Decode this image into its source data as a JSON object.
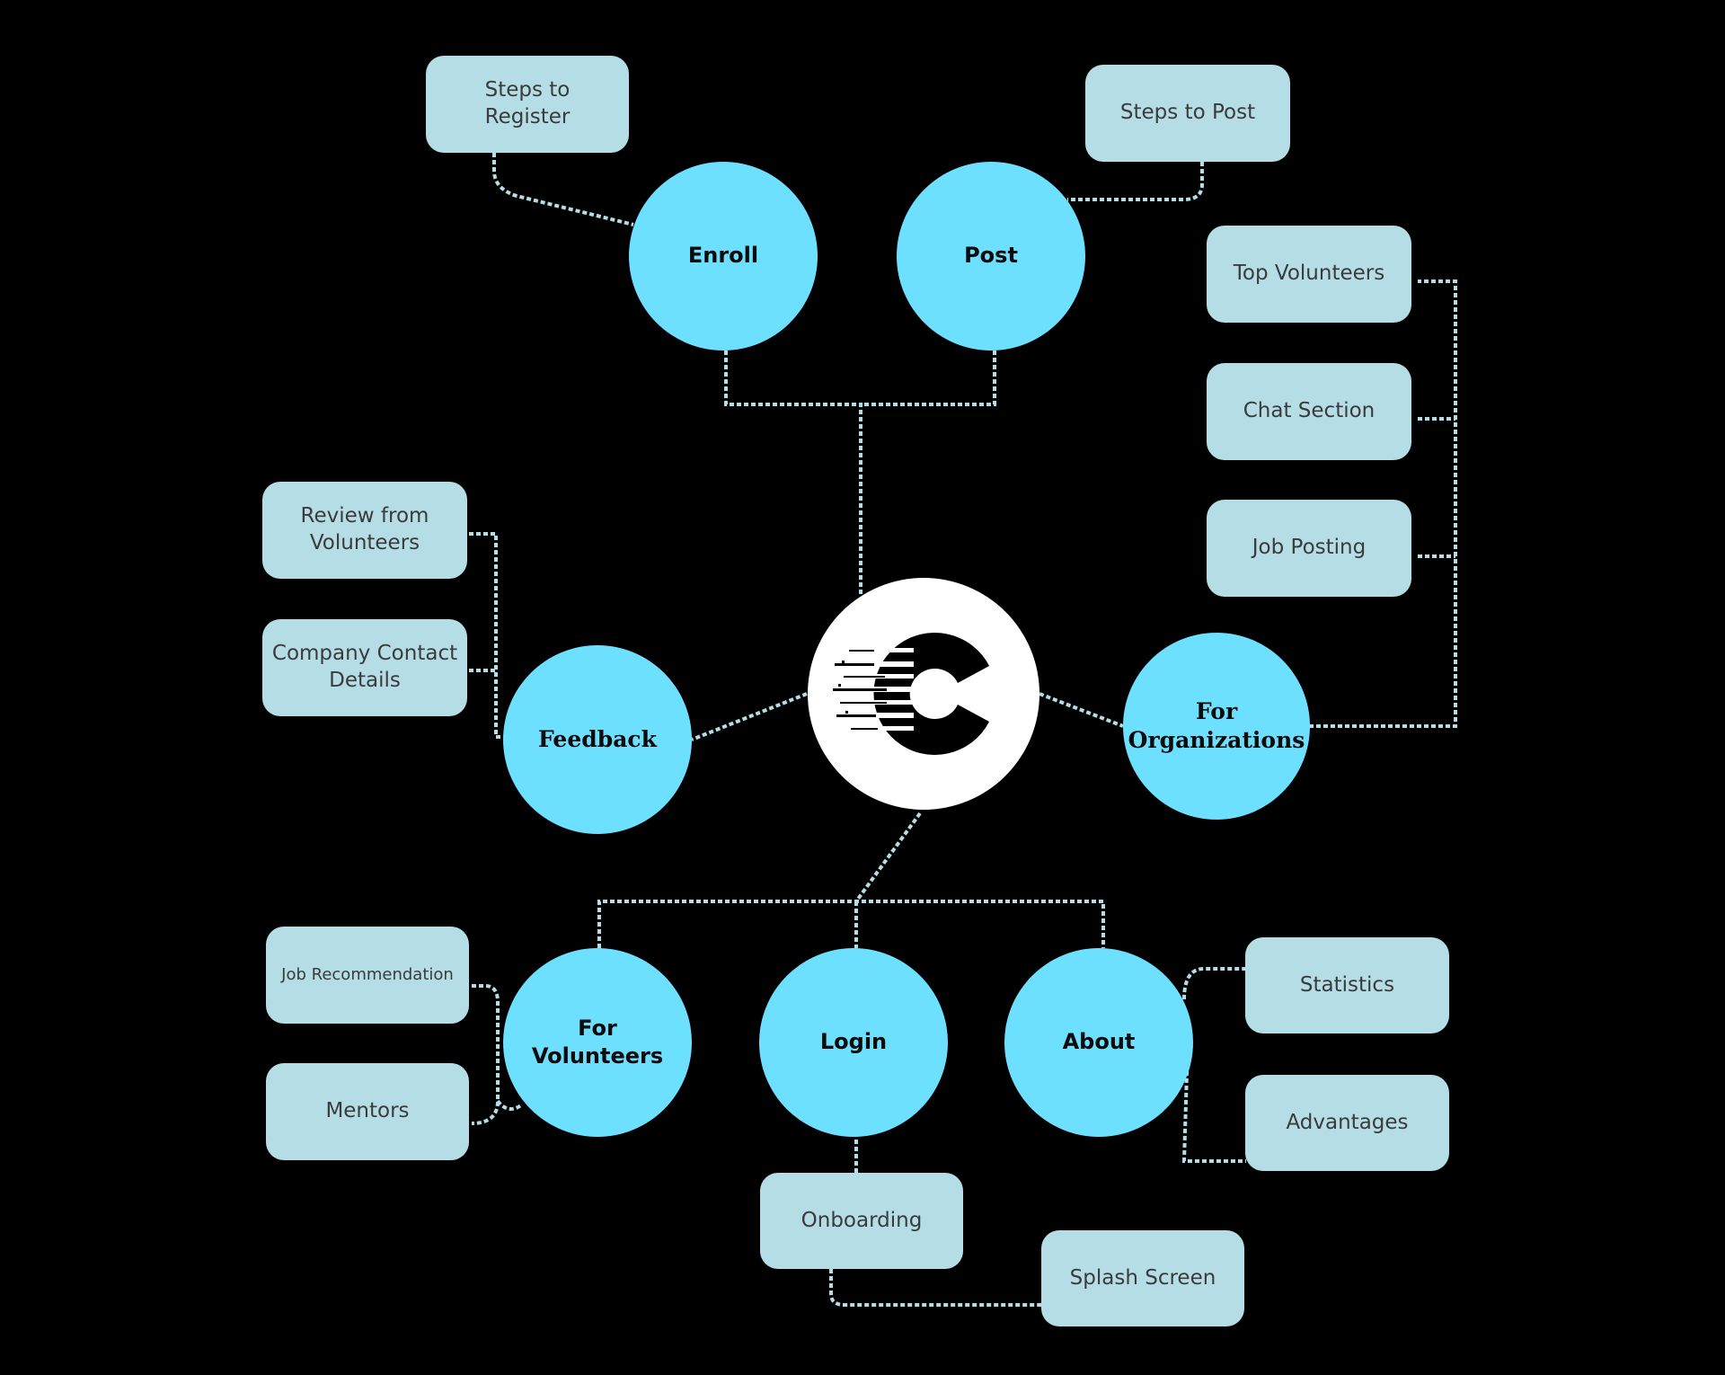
{
  "colors": {
    "background": "#000000",
    "primary_node": "#6ddfff",
    "secondary_node": "#b5dde6",
    "connector": "#b5dde6",
    "hub": "#ffffff",
    "logo": "#000000"
  },
  "hub": {
    "icon": "brand-logo-c-icon"
  },
  "primary": {
    "enroll": "Enroll",
    "post": "Post",
    "feedback": "Feedback",
    "organizations": "For Organizations",
    "volunteers": "For Volunteers",
    "login": "Login",
    "about": "About"
  },
  "secondary": {
    "steps_register": "Steps to Register",
    "steps_post": "Steps to Post",
    "top_volunteers": "Top Volunteers",
    "chat_section": "Chat Section",
    "job_posting": "Job Posting",
    "review_volunteers": "Review from Volunteers",
    "company_contact": "Company Contact Details",
    "job_recommendation": "Job Recommendation",
    "mentors": "Mentors",
    "onboarding": "Onboarding",
    "splash_screen": "Splash Screen",
    "statistics": "Statistics",
    "advantages": "Advantages"
  }
}
